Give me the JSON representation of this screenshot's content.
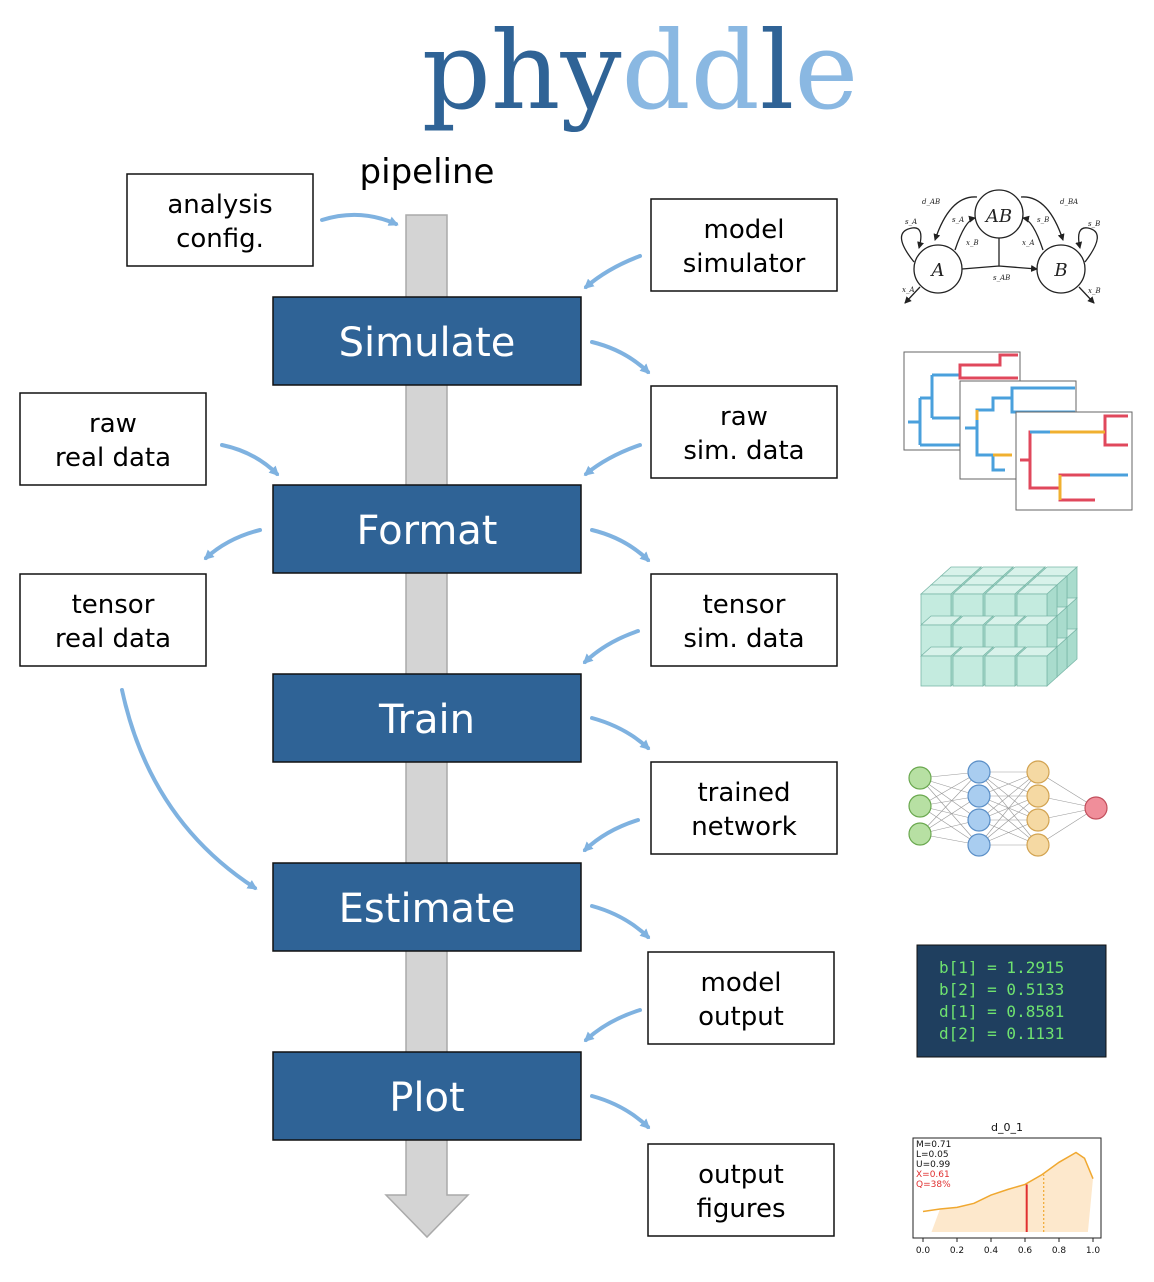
{
  "logo": {
    "part1": "phy",
    "part2": "dd",
    "part3": "l",
    "part4": "e",
    "color_dark": "#2f6396",
    "color_light": "#8ab8e2"
  },
  "pipeline_label": "pipeline",
  "colors": {
    "stage_fill": "#2f6396",
    "arrow": "#7fb2e0",
    "pipe_fill": "#d4d4d4",
    "pipe_stroke": "#aaaaaa"
  },
  "stages": [
    "Simulate",
    "Format",
    "Train",
    "Estimate",
    "Plot"
  ],
  "boxes": {
    "analysis_config": [
      "analysis",
      "config."
    ],
    "model_simulator": [
      "model",
      "simulator"
    ],
    "raw_sim_data": [
      "raw",
      "sim. data"
    ],
    "raw_real_data": [
      "raw",
      "real data"
    ],
    "tensor_sim_data": [
      "tensor",
      "sim. data"
    ],
    "tensor_real_data": [
      "tensor",
      "real data"
    ],
    "trained_network": [
      "trained",
      "network"
    ],
    "model_output": [
      "model",
      "output"
    ],
    "output_figures": [
      "output",
      "figures"
    ]
  },
  "model_graph": {
    "nodes": [
      "AB",
      "A",
      "B"
    ],
    "labels": [
      "d_AB",
      "d_BA",
      "s_A",
      "s_B",
      "s_A",
      "s_B",
      "x_B",
      "x_A",
      "s_AB",
      "x_A",
      "x_B"
    ]
  },
  "estimates": [
    "b[1] = 1.2915",
    "b[2] = 0.5133",
    "d[1] = 0.8581",
    "d[2] = 0.1131"
  ],
  "plot_thumb": {
    "title": "d_0_1",
    "stats": [
      "M=0.71",
      "L=0.05",
      "U=0.99",
      "X=0.61",
      "Q=38%"
    ],
    "xticks": [
      "0.0",
      "0.2",
      "0.4",
      "0.6",
      "0.8",
      "1.0"
    ],
    "line_color": "#f0a830",
    "fill_color": "#fde8cc",
    "marker_color": "#e03030"
  }
}
